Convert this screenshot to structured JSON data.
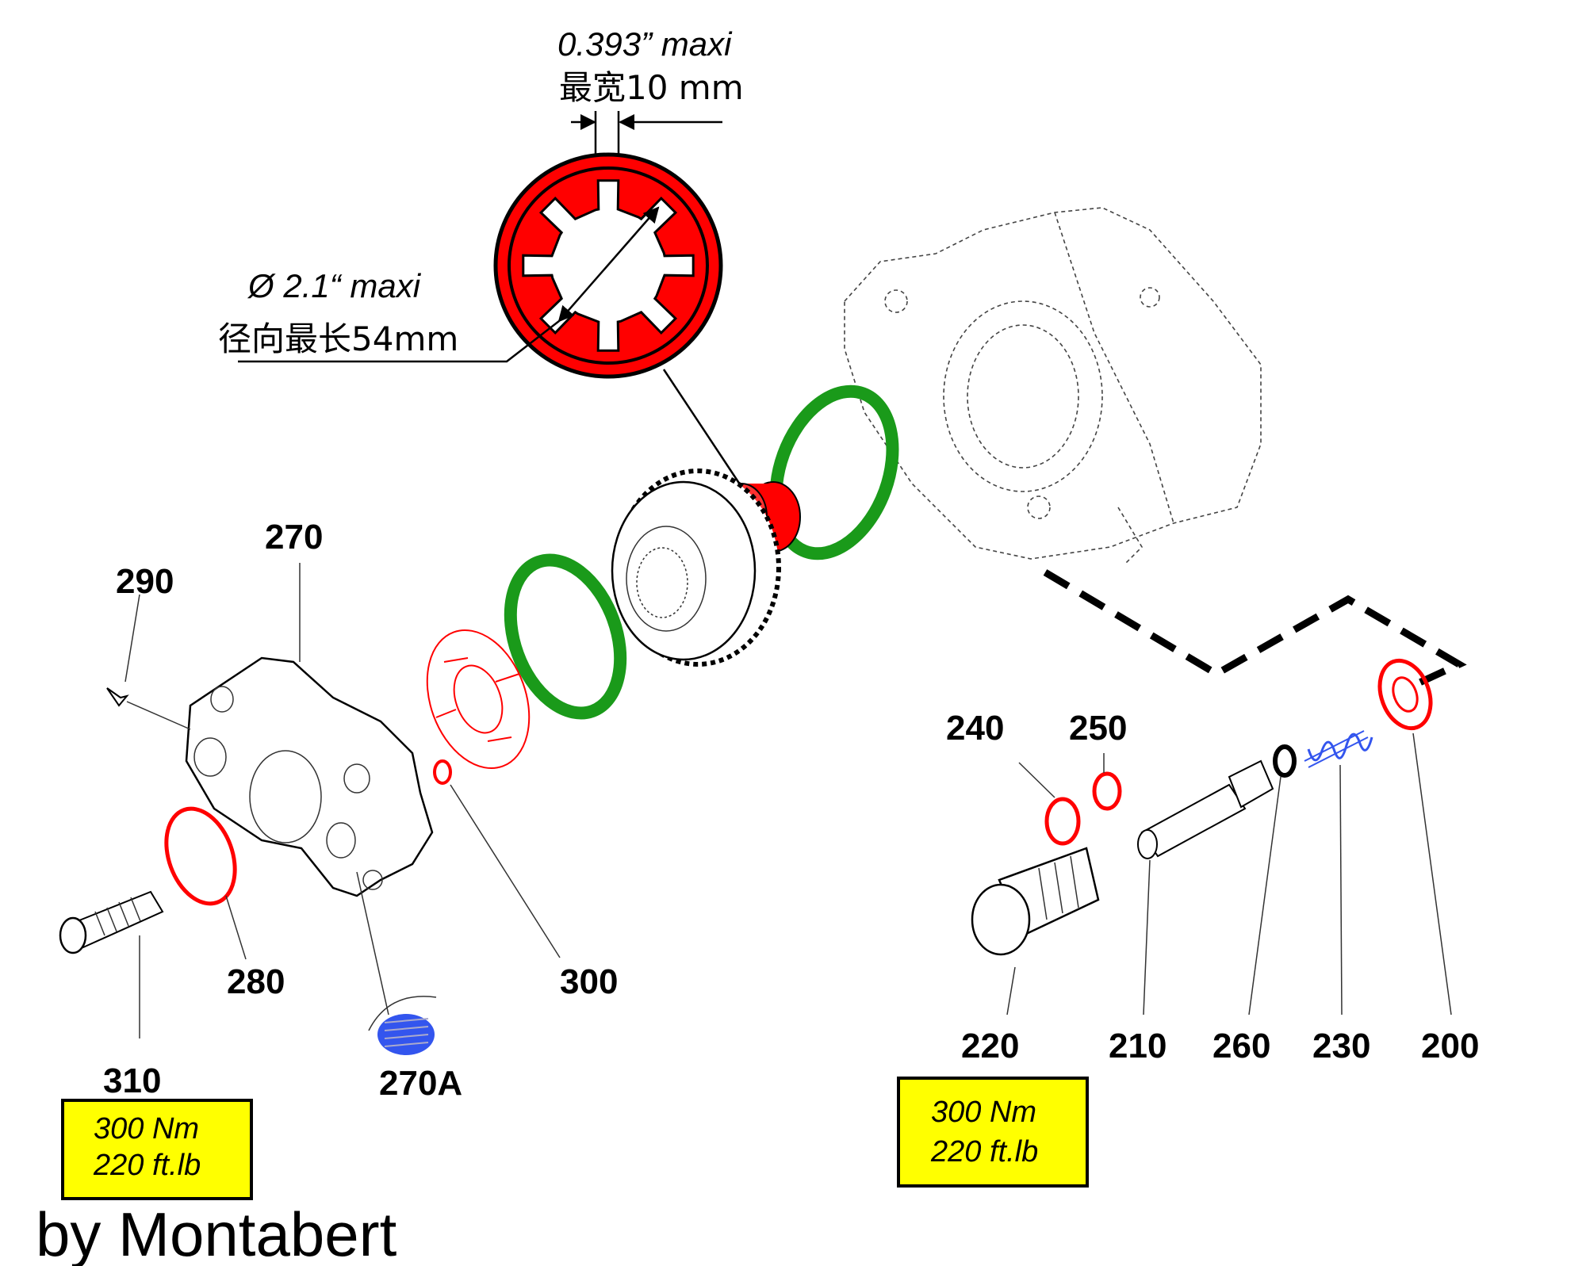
{
  "dimensions": {
    "width_in": "0.393” maxi",
    "width_mm": "最宽10 mm",
    "diameter_in": "Ø 2.1“ maxi",
    "diameter_mm": "径向最长54mm"
  },
  "part_labels": {
    "p270": "270",
    "p290": "290",
    "p280": "280",
    "p300": "300",
    "p310": "310",
    "p270A": "270A",
    "p240": "240",
    "p250": "250",
    "p220": "220",
    "p210": "210",
    "p260": "260",
    "p230": "230",
    "p200": "200"
  },
  "torque_left": {
    "nm": "300 Nm",
    "ftlb": "220 ft.lb"
  },
  "torque_right": {
    "nm": "300 Nm",
    "ftlb": "220 ft.lb"
  },
  "signature": "by Montabert",
  "colors": {
    "red": "#ff0000",
    "green": "#1a9a1a",
    "blue": "#3355ee",
    "yellow": "#ffff00"
  }
}
